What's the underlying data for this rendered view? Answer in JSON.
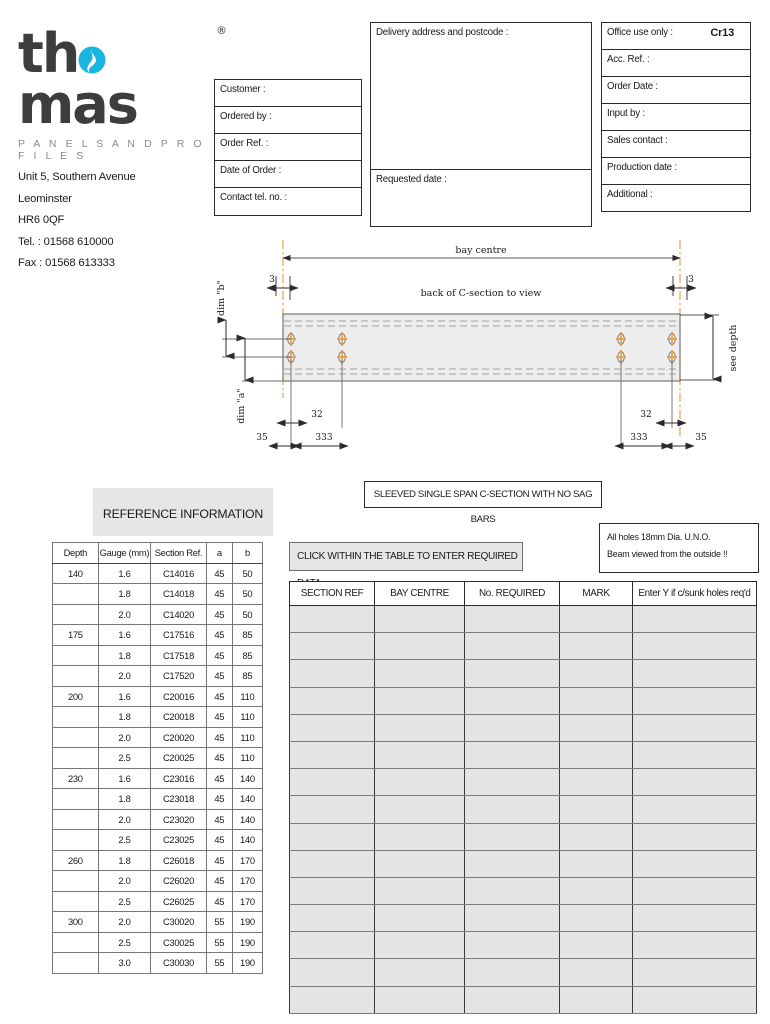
{
  "company": {
    "logo_text": "thomas",
    "logo_registered": "®",
    "tagline": "P A N E L S   A N D   P R O F I L E S",
    "address_lines": [
      "Unit 5, Southern Avenue",
      "Leominster",
      "HR6 0QF",
      "Tel. : 01568 610000",
      "Fax : 01568 613333"
    ]
  },
  "customer_fields": [
    {
      "label": "Customer :"
    },
    {
      "label": "Ordered by :"
    },
    {
      "label": "Order Ref. :"
    },
    {
      "label": "Date of Order :"
    },
    {
      "label": "Contact tel. no. :"
    }
  ],
  "delivery": {
    "address_label": "Delivery address and postcode :",
    "requested_date_label": "Requested date :"
  },
  "office": {
    "rows": [
      {
        "label": "Office use only :",
        "value": "Cr13"
      },
      {
        "label": "Acc. Ref. :",
        "value": ""
      },
      {
        "label": "Order Date :",
        "value": ""
      },
      {
        "label": "Input by :",
        "value": ""
      },
      {
        "label": "Sales contact :",
        "value": ""
      },
      {
        "label": "Production date :",
        "value": ""
      },
      {
        "label": "Additional :",
        "value": ""
      }
    ]
  },
  "drawing": {
    "bay_centre_label": "bay centre",
    "back_label": "back of C-section to view",
    "depth_label": "see depth",
    "dim_b_label": "dim \"b\"",
    "dim_a_label": "dim \"a\"",
    "edge_left": "3",
    "edge_right": "3",
    "off_left_32": "32",
    "off_right_32": "32",
    "off_left_35": "35",
    "off_right_35": "35",
    "span_left_333": "333",
    "span_right_333": "333",
    "hole_color": "#E8993A",
    "centreline_color": "#E8993A",
    "beam_fill": "#ededed"
  },
  "title_banner": "SLEEVED SINGLE SPAN C-SECTION WITH NO SAG BARS",
  "click_hint": "CLICK WITHIN THE TABLE TO ENTER REQUIRED DATA",
  "notes": {
    "line1": "All holes 18mm Dia. U.N.O.",
    "line2": "Beam viewed from the outside !!"
  },
  "reference": {
    "heading": "REFERENCE INFORMATION",
    "headers": [
      "Depth",
      "Gauge (mm)",
      "Section Ref.",
      "a",
      "b"
    ],
    "rows": [
      {
        "depth": "140",
        "gauge": "1.6",
        "section": "C14016",
        "a": "45",
        "b": "50",
        "group": true
      },
      {
        "depth": "",
        "gauge": "1.8",
        "section": "C14018",
        "a": "45",
        "b": "50",
        "group": false
      },
      {
        "depth": "",
        "gauge": "2.0",
        "section": "C14020",
        "a": "45",
        "b": "50",
        "group": false
      },
      {
        "depth": "175",
        "gauge": "1.6",
        "section": "C17516",
        "a": "45",
        "b": "85",
        "group": true
      },
      {
        "depth": "",
        "gauge": "1.8",
        "section": "C17518",
        "a": "45",
        "b": "85",
        "group": false
      },
      {
        "depth": "",
        "gauge": "2.0",
        "section": "C17520",
        "a": "45",
        "b": "85",
        "group": false
      },
      {
        "depth": "200",
        "gauge": "1.6",
        "section": "C20016",
        "a": "45",
        "b": "110",
        "group": true
      },
      {
        "depth": "",
        "gauge": "1.8",
        "section": "C20018",
        "a": "45",
        "b": "110",
        "group": false
      },
      {
        "depth": "",
        "gauge": "2.0",
        "section": "C20020",
        "a": "45",
        "b": "110",
        "group": false
      },
      {
        "depth": "",
        "gauge": "2.5",
        "section": "C20025",
        "a": "45",
        "b": "110",
        "group": false
      },
      {
        "depth": "230",
        "gauge": "1.6",
        "section": "C23016",
        "a": "45",
        "b": "140",
        "group": true
      },
      {
        "depth": "",
        "gauge": "1.8",
        "section": "C23018",
        "a": "45",
        "b": "140",
        "group": false
      },
      {
        "depth": "",
        "gauge": "2.0",
        "section": "C23020",
        "a": "45",
        "b": "140",
        "group": false
      },
      {
        "depth": "",
        "gauge": "2.5",
        "section": "C23025",
        "a": "45",
        "b": "140",
        "group": false
      },
      {
        "depth": "260",
        "gauge": "1.8",
        "section": "C26018",
        "a": "45",
        "b": "170",
        "group": true
      },
      {
        "depth": "",
        "gauge": "2.0",
        "section": "C26020",
        "a": "45",
        "b": "170",
        "group": false
      },
      {
        "depth": "",
        "gauge": "2.5",
        "section": "C26025",
        "a": "45",
        "b": "170",
        "group": false
      },
      {
        "depth": "300",
        "gauge": "2.0",
        "section": "C30020",
        "a": "55",
        "b": "190",
        "group": true
      },
      {
        "depth": "",
        "gauge": "2.5",
        "section": "C30025",
        "a": "55",
        "b": "190",
        "group": false
      },
      {
        "depth": "",
        "gauge": "3.0",
        "section": "C30030",
        "a": "55",
        "b": "190",
        "group": false
      }
    ]
  },
  "entry_table": {
    "headers": [
      "SECTION REF",
      "BAY CENTRE",
      "No. REQUIRED",
      "MARK",
      "Enter Y if c/sunk holes req'd"
    ],
    "row_count": 15,
    "rows": [
      [
        "",
        "",
        "",
        "",
        ""
      ],
      [
        "",
        "",
        "",
        "",
        ""
      ],
      [
        "",
        "",
        "",
        "",
        ""
      ],
      [
        "",
        "",
        "",
        "",
        ""
      ],
      [
        "",
        "",
        "",
        "",
        ""
      ],
      [
        "",
        "",
        "",
        "",
        ""
      ],
      [
        "",
        "",
        "",
        "",
        ""
      ],
      [
        "",
        "",
        "",
        "",
        ""
      ],
      [
        "",
        "",
        "",
        "",
        ""
      ],
      [
        "",
        "",
        "",
        "",
        ""
      ],
      [
        "",
        "",
        "",
        "",
        ""
      ],
      [
        "",
        "",
        "",
        "",
        ""
      ],
      [
        "",
        "",
        "",
        "",
        ""
      ],
      [
        "",
        "",
        "",
        "",
        ""
      ],
      [
        "",
        "",
        "",
        "",
        ""
      ]
    ]
  }
}
